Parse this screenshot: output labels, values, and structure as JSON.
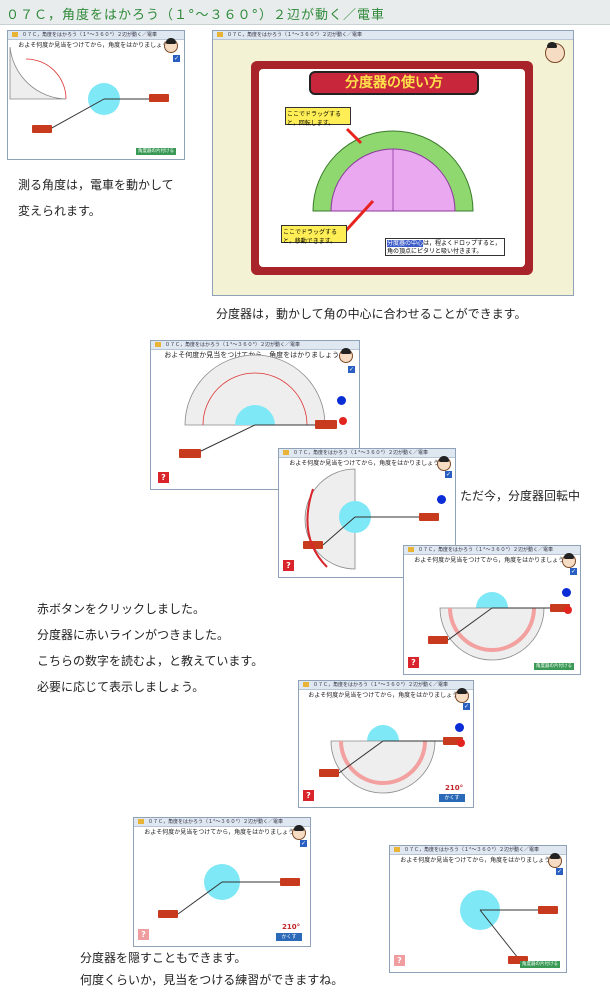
{
  "header": {
    "title": "０７Ｃ，角度をはかろう（１°～３６０°）２辺が動く／電車"
  },
  "app": {
    "window_title": "０７Ｃ，角度をはかろう（１°～３６０°）２辺が動く／電車",
    "instruction": "およそ何度か見当をつけてから，角度をはかりましょう。",
    "help_button": "?",
    "pen_icon_label": "✓",
    "protractor_toggle_button": "角度器の片付ける",
    "show_button": "かくす",
    "angle_reading": "210°"
  },
  "manual": {
    "title": "分度器の使い方",
    "note_rotate": "ここでドラッグすると，回転します。",
    "note_move": "ここでドラッグすると，移動できます。",
    "note_drop_highlight": "分度器の中心",
    "note_drop": "は，程よくドロップすると，角の頂点にピタリと吸い付きます。"
  },
  "captions": {
    "measure_line1": "測る角度は，電車を動かして",
    "measure_line2": "変えられます。",
    "protractor_move": "分度器は，動かして角の中心に合わせることができます。",
    "rotating": "ただ今，分度器回転中",
    "red_button_line1": "赤ボタンをクリックしました。",
    "red_button_line2": "分度器に赤いラインがつきました。",
    "red_button_line3": "こちらの数字を読むよ，と教えています。",
    "red_button_line4": "必要に応じて表示しましょう。",
    "hide_line1": "分度器を隠すこともできます。",
    "hide_line2": "何度くらいか，見当をつける練習ができますね。"
  },
  "colors": {
    "accent_green": "#2f8a3a",
    "train_red": "#c83a1e",
    "angle_fill": "#7fe8f6",
    "button_red": "#d8242a",
    "blue_dot": "#0a2dd6"
  }
}
